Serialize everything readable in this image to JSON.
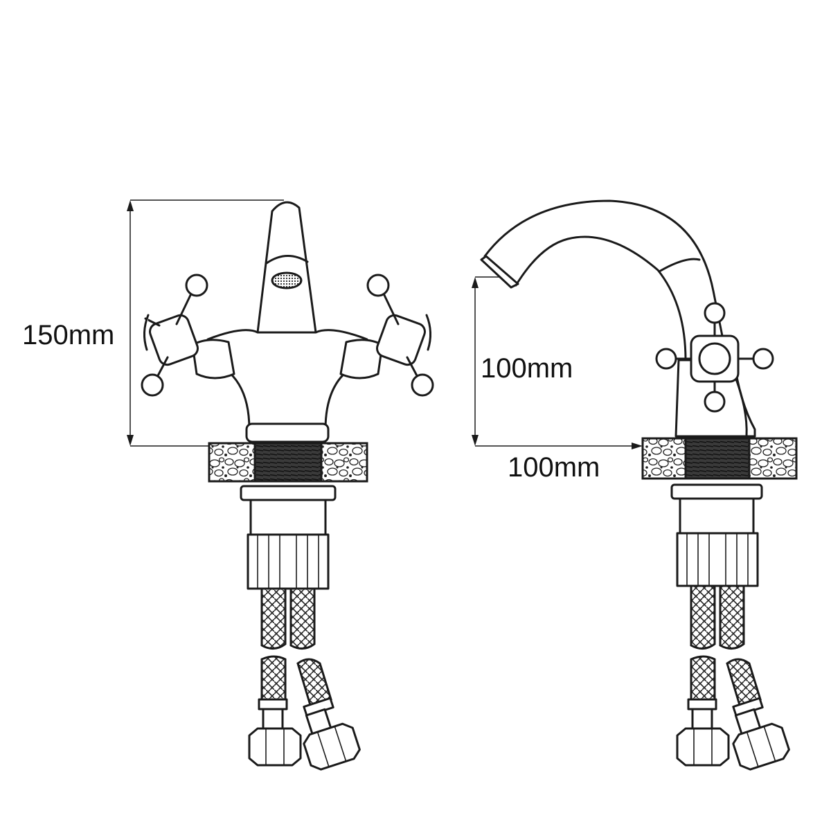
{
  "dimensions": {
    "front_height": "150mm",
    "spout_height": "100mm",
    "spout_reach": "100mm"
  }
}
